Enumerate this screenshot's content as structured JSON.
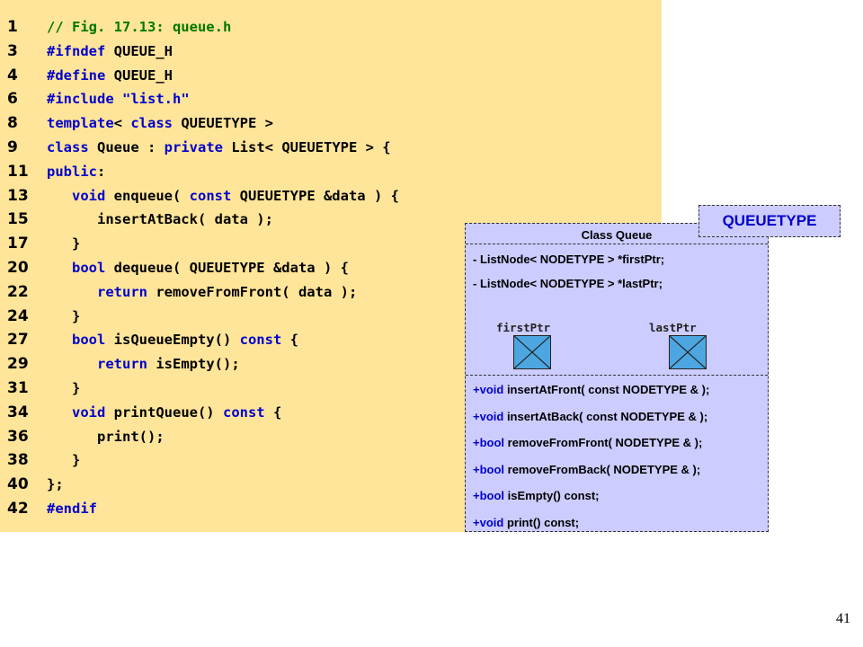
{
  "code": {
    "lines": [
      {
        "num": "1",
        "parts": [
          {
            "cls": "c",
            "text": "// Fig. 17.13: queue.h"
          }
        ]
      },
      {
        "num": "3",
        "parts": [
          {
            "cls": "k",
            "text": "#ifndef"
          },
          {
            "cls": "t",
            "text": " QUEUE_H"
          }
        ]
      },
      {
        "num": "4",
        "parts": [
          {
            "cls": "k",
            "text": "#define"
          },
          {
            "cls": "t",
            "text": " QUEUE_H"
          }
        ]
      },
      {
        "num": "6",
        "parts": [
          {
            "cls": "k",
            "text": "#include"
          },
          {
            "cls": "t",
            "text": " "
          },
          {
            "cls": "s",
            "text": "\"list.h\""
          }
        ]
      },
      {
        "num": "8",
        "parts": [
          {
            "cls": "k",
            "text": "template"
          },
          {
            "cls": "t",
            "text": "< "
          },
          {
            "cls": "k",
            "text": "class"
          },
          {
            "cls": "t",
            "text": " QUEUETYPE >"
          }
        ]
      },
      {
        "num": "9",
        "parts": [
          {
            "cls": "k",
            "text": "class"
          },
          {
            "cls": "t",
            "text": " Queue : "
          },
          {
            "cls": "k",
            "text": "private"
          },
          {
            "cls": "t",
            "text": " List< QUEUETYPE > {"
          }
        ]
      },
      {
        "num": "11",
        "parts": [
          {
            "cls": "k",
            "text": "public"
          },
          {
            "cls": "t",
            "text": ":"
          }
        ]
      },
      {
        "num": "13",
        "parts": [
          {
            "cls": "t",
            "text": "   "
          },
          {
            "cls": "k",
            "text": "void"
          },
          {
            "cls": "t",
            "text": " enqueue( "
          },
          {
            "cls": "k",
            "text": "const"
          },
          {
            "cls": "t",
            "text": " QUEUETYPE &data ) {"
          }
        ]
      },
      {
        "num": "15",
        "parts": [
          {
            "cls": "t",
            "text": "      insertAtBack( data );"
          }
        ]
      },
      {
        "num": "17",
        "parts": [
          {
            "cls": "t",
            "text": "   }"
          }
        ]
      },
      {
        "num": "20",
        "parts": [
          {
            "cls": "t",
            "text": "   "
          },
          {
            "cls": "k",
            "text": "bool"
          },
          {
            "cls": "t",
            "text": " dequeue( QUEUETYPE &data ) {"
          }
        ]
      },
      {
        "num": "22",
        "parts": [
          {
            "cls": "t",
            "text": "      "
          },
          {
            "cls": "k",
            "text": "return"
          },
          {
            "cls": "t",
            "text": " removeFromFront( data );"
          }
        ]
      },
      {
        "num": "24",
        "parts": [
          {
            "cls": "t",
            "text": "   }"
          }
        ]
      },
      {
        "num": "27",
        "parts": [
          {
            "cls": "t",
            "text": "   "
          },
          {
            "cls": "k",
            "text": "bool"
          },
          {
            "cls": "t",
            "text": " isQueueEmpty() "
          },
          {
            "cls": "k",
            "text": "const"
          },
          {
            "cls": "t",
            "text": " {"
          }
        ]
      },
      {
        "num": "29",
        "parts": [
          {
            "cls": "t",
            "text": "      "
          },
          {
            "cls": "k",
            "text": "return"
          },
          {
            "cls": "t",
            "text": " isEmpty();"
          }
        ]
      },
      {
        "num": "31",
        "parts": [
          {
            "cls": "t",
            "text": "   }"
          }
        ]
      },
      {
        "num": "34",
        "parts": [
          {
            "cls": "t",
            "text": "   "
          },
          {
            "cls": "k",
            "text": "void"
          },
          {
            "cls": "t",
            "text": " printQueue() "
          },
          {
            "cls": "k",
            "text": "const"
          },
          {
            "cls": "t",
            "text": " {"
          }
        ]
      },
      {
        "num": "36",
        "parts": [
          {
            "cls": "t",
            "text": "      print();"
          }
        ]
      },
      {
        "num": "38",
        "parts": [
          {
            "cls": "t",
            "text": "   }"
          }
        ]
      },
      {
        "num": "40",
        "parts": [
          {
            "cls": "t",
            "text": "};"
          }
        ]
      },
      {
        "num": "42",
        "parts": [
          {
            "cls": "k",
            "text": "#endif"
          }
        ]
      }
    ]
  },
  "uml": {
    "title": "Class  Queue",
    "template_param": "QUEUETYPE",
    "attributes": [
      {
        "text": "- ListNode< NODETYPE > *firstPtr;"
      },
      {
        "text": "- ListNode< NODETYPE > *lastPtr;"
      }
    ],
    "pointers": [
      {
        "label": "firstPtr"
      },
      {
        "label": "lastPtr"
      }
    ],
    "operations": [
      {
        "type": "+void",
        "rest": " insertAtFront( const NODETYPE & );"
      },
      {
        "type": "+void",
        "rest": " insertAtBack( const NODETYPE & );"
      },
      {
        "type": "+bool",
        "rest": " removeFromFront( NODETYPE & );"
      },
      {
        "type": "+bool",
        "rest": " removeFromBack( NODETYPE & );"
      },
      {
        "type": "+bool",
        "rest": " isEmpty() const;"
      },
      {
        "type": "+void",
        "rest": " print() const;"
      }
    ]
  },
  "page_number": "41",
  "colors": {
    "code_background": "#ffe599",
    "uml_background": "#ccccff",
    "keyword": "#0000cc",
    "comment": "#007700",
    "pointer_box": "#4da6e0"
  }
}
